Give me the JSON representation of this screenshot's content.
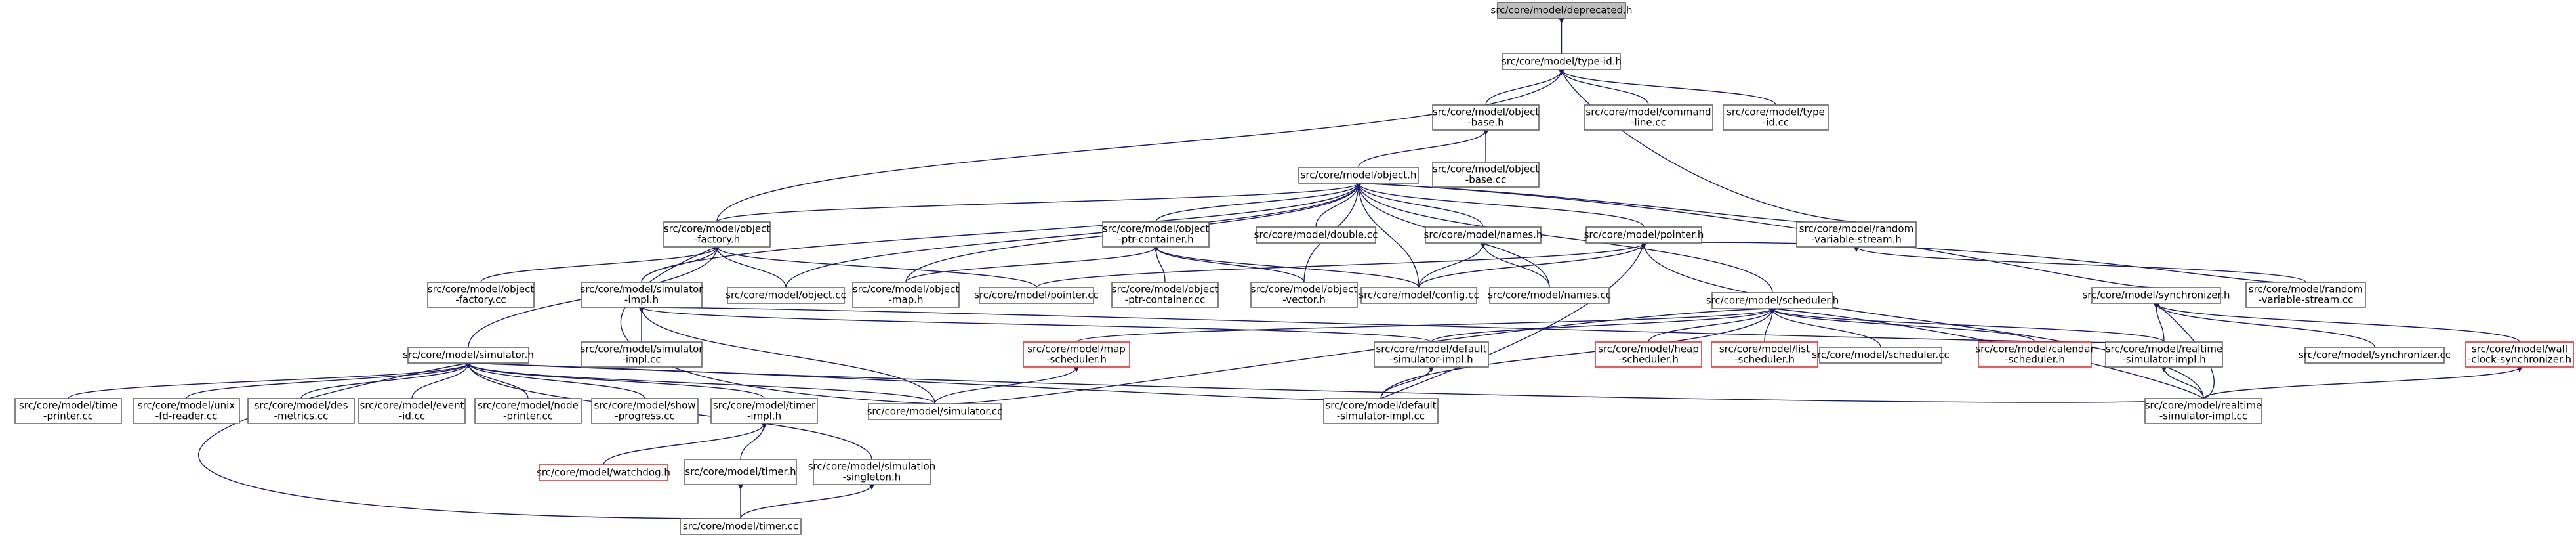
{
  "diagram": {
    "nodes": [
      {
        "id": "deprecated_h",
        "lines": [
          "src/core/model/deprecated.h"
        ],
        "style": "root"
      },
      {
        "id": "type_id_h",
        "lines": [
          "src/core/model/type-id.h"
        ]
      },
      {
        "id": "object_base_h",
        "lines": [
          "src/core/model/object",
          "-base.h"
        ]
      },
      {
        "id": "command_line_cc",
        "lines": [
          "src/core/model/command",
          "-line.cc"
        ]
      },
      {
        "id": "type_id_cc",
        "lines": [
          "src/core/model/type",
          "-id.cc"
        ]
      },
      {
        "id": "object_h",
        "lines": [
          "src/core/model/object.h"
        ]
      },
      {
        "id": "object_base_cc",
        "lines": [
          "src/core/model/object",
          "-base.cc"
        ]
      },
      {
        "id": "object_factory_h",
        "lines": [
          "src/core/model/object",
          "-factory.h"
        ]
      },
      {
        "id": "object_ptr_container_h",
        "lines": [
          "src/core/model/object",
          "-ptr-container.h"
        ]
      },
      {
        "id": "double_cc",
        "lines": [
          "src/core/model/double.cc"
        ]
      },
      {
        "id": "names_h",
        "lines": [
          "src/core/model/names.h"
        ]
      },
      {
        "id": "pointer_h",
        "lines": [
          "src/core/model/pointer.h"
        ]
      },
      {
        "id": "random_variable_stream_h",
        "lines": [
          "src/core/model/random",
          "-variable-stream.h"
        ]
      },
      {
        "id": "object_factory_cc",
        "lines": [
          "src/core/model/object",
          "-factory.cc"
        ]
      },
      {
        "id": "simulator_impl_h",
        "lines": [
          "src/core/model/simulator",
          "-impl.h"
        ]
      },
      {
        "id": "object_cc",
        "lines": [
          "src/core/model/object.cc"
        ]
      },
      {
        "id": "object_map_h",
        "lines": [
          "src/core/model/object",
          "-map.h"
        ]
      },
      {
        "id": "pointer_cc",
        "lines": [
          "src/core/model/pointer.cc"
        ]
      },
      {
        "id": "ptr_container_cc",
        "lines": [
          "src/core/model/object",
          "-ptr-container.cc"
        ]
      },
      {
        "id": "object_vector_h",
        "lines": [
          "src/core/model/object",
          "-vector.h"
        ]
      },
      {
        "id": "config_cc",
        "lines": [
          "src/core/model/config.cc"
        ]
      },
      {
        "id": "names_cc",
        "lines": [
          "src/core/model/names.cc"
        ]
      },
      {
        "id": "scheduler_h",
        "lines": [
          "src/core/model/scheduler.h"
        ]
      },
      {
        "id": "synchronizer_h",
        "lines": [
          "src/core/model/synchronizer.h"
        ]
      },
      {
        "id": "random_variable_stream_cc",
        "lines": [
          "src/core/model/random",
          "-variable-stream.cc"
        ]
      },
      {
        "id": "simulator_impl_cc",
        "lines": [
          "src/core/model/simulator",
          "-impl.cc"
        ]
      },
      {
        "id": "simulator_h",
        "lines": [
          "src/core/model/simulator.h"
        ]
      },
      {
        "id": "map_scheduler_h",
        "lines": [
          "src/core/model/map",
          "-scheduler.h"
        ],
        "style": "red"
      },
      {
        "id": "default_simulator_impl_h",
        "lines": [
          "src/core/model/default",
          "-simulator-impl.h"
        ]
      },
      {
        "id": "heap_scheduler_h",
        "lines": [
          "src/core/model/heap",
          "-scheduler.h"
        ],
        "style": "red"
      },
      {
        "id": "list_scheduler_h",
        "lines": [
          "src/core/model/list",
          "-scheduler.h"
        ],
        "style": "red"
      },
      {
        "id": "scheduler_cc",
        "lines": [
          "src/core/model/scheduler.cc"
        ]
      },
      {
        "id": "calendar_scheduler_h",
        "lines": [
          "src/core/model/calendar",
          "-scheduler.h"
        ],
        "style": "red"
      },
      {
        "id": "realtime_simulator_impl_h",
        "lines": [
          "src/core/model/realtime",
          "-simulator-impl.h"
        ]
      },
      {
        "id": "synchronizer_cc",
        "lines": [
          "src/core/model/synchronizer.cc"
        ]
      },
      {
        "id": "wall_clock_synchronizer_h",
        "lines": [
          "src/core/model/wall",
          "-clock-synchronizer.h"
        ],
        "style": "red"
      },
      {
        "id": "time_printer_cc",
        "lines": [
          "src/core/model/time",
          "-printer.cc"
        ]
      },
      {
        "id": "unix_fd_reader_cc",
        "lines": [
          "src/core/model/unix",
          "-fd-reader.cc"
        ]
      },
      {
        "id": "des_metrics_cc",
        "lines": [
          "src/core/model/des",
          "-metrics.cc"
        ]
      },
      {
        "id": "event_id_cc",
        "lines": [
          "src/core/model/event",
          "-id.cc"
        ]
      },
      {
        "id": "node_printer_cc",
        "lines": [
          "src/core/model/node",
          "-printer.cc"
        ]
      },
      {
        "id": "show_progress_cc",
        "lines": [
          "src/core/model/show",
          "-progress.cc"
        ]
      },
      {
        "id": "timer_impl_h",
        "lines": [
          "src/core/model/timer",
          "-impl.h"
        ]
      },
      {
        "id": "simulator_cc",
        "lines": [
          "src/core/model/simulator.cc"
        ]
      },
      {
        "id": "default_simulator_impl_cc",
        "lines": [
          "src/core/model/default",
          "-simulator-impl.cc"
        ]
      },
      {
        "id": "realtime_simulator_impl_cc",
        "lines": [
          "src/core/model/realtime",
          "-simulator-impl.cc"
        ]
      },
      {
        "id": "watchdog_h",
        "lines": [
          "src/core/model/watchdog.h"
        ],
        "style": "red"
      },
      {
        "id": "timer_h",
        "lines": [
          "src/core/model/timer.h"
        ]
      },
      {
        "id": "simulation_singleton_h",
        "lines": [
          "src/core/model/simulation",
          "-singleton.h"
        ]
      },
      {
        "id": "timer_cc",
        "lines": [
          "src/core/model/timer.cc"
        ]
      }
    ],
    "edges": [
      [
        "deprecated_h",
        "type_id_h"
      ],
      [
        "type_id_h",
        "object_base_h"
      ],
      [
        "type_id_h",
        "command_line_cc"
      ],
      [
        "type_id_h",
        "type_id_cc"
      ],
      [
        "type_id_h",
        "object_factory_h"
      ],
      [
        "type_id_h",
        "random_variable_stream_h"
      ],
      [
        "object_base_h",
        "object_h"
      ],
      [
        "object_base_h",
        "object_base_cc"
      ],
      [
        "object_h",
        "object_factory_h"
      ],
      [
        "object_h",
        "object_ptr_container_h"
      ],
      [
        "object_h",
        "double_cc"
      ],
      [
        "object_h",
        "names_h"
      ],
      [
        "object_h",
        "pointer_h"
      ],
      [
        "object_h",
        "random_variable_stream_h"
      ],
      [
        "object_h",
        "simulator_impl_h"
      ],
      [
        "object_h",
        "object_cc"
      ],
      [
        "object_h",
        "object_map_h"
      ],
      [
        "object_h",
        "object_vector_h"
      ],
      [
        "object_h",
        "config_cc"
      ],
      [
        "object_h",
        "names_cc"
      ],
      [
        "object_h",
        "scheduler_h"
      ],
      [
        "object_h",
        "synchronizer_h"
      ],
      [
        "object_factory_h",
        "object_factory_cc"
      ],
      [
        "object_factory_h",
        "simulator_impl_h"
      ],
      [
        "object_factory_h",
        "object_cc"
      ],
      [
        "object_factory_h",
        "pointer_cc"
      ],
      [
        "object_factory_h",
        "simulator_h"
      ],
      [
        "object_factory_h",
        "simulator_cc"
      ],
      [
        "object_ptr_container_h",
        "object_map_h"
      ],
      [
        "object_ptr_container_h",
        "ptr_container_cc"
      ],
      [
        "object_ptr_container_h",
        "object_vector_h"
      ],
      [
        "object_ptr_container_h",
        "config_cc"
      ],
      [
        "names_h",
        "config_cc"
      ],
      [
        "names_h",
        "names_cc"
      ],
      [
        "pointer_h",
        "pointer_cc"
      ],
      [
        "pointer_h",
        "config_cc"
      ],
      [
        "pointer_h",
        "random_variable_stream_cc"
      ],
      [
        "pointer_h",
        "default_simulator_impl_cc"
      ],
      [
        "pointer_h",
        "realtime_simulator_impl_cc"
      ],
      [
        "random_variable_stream_h",
        "random_variable_stream_cc"
      ],
      [
        "simulator_impl_h",
        "simulator_impl_cc"
      ],
      [
        "simulator_impl_h",
        "default_simulator_impl_h"
      ],
      [
        "simulator_impl_h",
        "realtime_simulator_impl_h"
      ],
      [
        "simulator_impl_h",
        "simulator_cc"
      ],
      [
        "scheduler_h",
        "map_scheduler_h"
      ],
      [
        "scheduler_h",
        "default_simulator_impl_h"
      ],
      [
        "scheduler_h",
        "heap_scheduler_h"
      ],
      [
        "scheduler_h",
        "list_scheduler_h"
      ],
      [
        "scheduler_h",
        "scheduler_cc"
      ],
      [
        "scheduler_h",
        "calendar_scheduler_h"
      ],
      [
        "scheduler_h",
        "realtime_simulator_impl_h"
      ],
      [
        "scheduler_h",
        "simulator_cc"
      ],
      [
        "scheduler_h",
        "default_simulator_impl_cc"
      ],
      [
        "scheduler_h",
        "realtime_simulator_impl_cc"
      ],
      [
        "synchronizer_h",
        "realtime_simulator_impl_h"
      ],
      [
        "synchronizer_h",
        "synchronizer_cc"
      ],
      [
        "synchronizer_h",
        "wall_clock_synchronizer_h"
      ],
      [
        "synchronizer_h",
        "realtime_simulator_impl_cc"
      ],
      [
        "simulator_h",
        "time_printer_cc"
      ],
      [
        "simulator_h",
        "unix_fd_reader_cc"
      ],
      [
        "simulator_h",
        "des_metrics_cc"
      ],
      [
        "simulator_h",
        "event_id_cc"
      ],
      [
        "simulator_h",
        "node_printer_cc"
      ],
      [
        "simulator_h",
        "show_progress_cc"
      ],
      [
        "simulator_h",
        "timer_impl_h"
      ],
      [
        "simulator_h",
        "simulator_cc"
      ],
      [
        "simulator_h",
        "default_simulator_impl_cc"
      ],
      [
        "simulator_h",
        "realtime_simulator_impl_cc"
      ],
      [
        "simulator_h",
        "simulation_singleton_h"
      ],
      [
        "simulator_h",
        "timer_cc"
      ],
      [
        "map_scheduler_h",
        "simulator_cc"
      ],
      [
        "default_simulator_impl_h",
        "default_simulator_impl_cc"
      ],
      [
        "realtime_simulator_impl_h",
        "realtime_simulator_impl_cc"
      ],
      [
        "wall_clock_synchronizer_h",
        "realtime_simulator_impl_cc"
      ],
      [
        "timer_impl_h",
        "watchdog_h"
      ],
      [
        "timer_impl_h",
        "timer_h"
      ],
      [
        "timer_h",
        "timer_cc"
      ],
      [
        "simulation_singleton_h",
        "timer_cc"
      ]
    ]
  }
}
